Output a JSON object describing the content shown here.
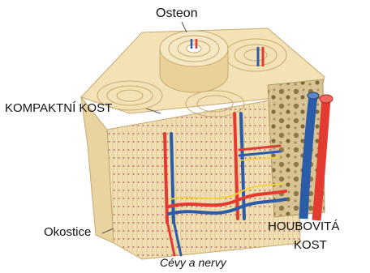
{
  "labels": {
    "osteon": "Osteon",
    "compact_bone": "KOMPAKTNÍ KOST",
    "periosteum": "Okostice",
    "spongy_bone_line1": "HOUBOVITÁ",
    "spongy_bone_line2": "KOST",
    "vessels_nerves": "Cévy a nervy"
  },
  "colors": {
    "bone": "#f3e2b6",
    "bone_shadow": "#d9c08a",
    "ring_line": "#c9a970",
    "canal_dot": "#b8546a",
    "artery": "#e43b30",
    "vein": "#2b5ca8",
    "nerve": "#f2d33a",
    "spongy": "#d8c394",
    "spongy_hole": "#9b8452"
  }
}
